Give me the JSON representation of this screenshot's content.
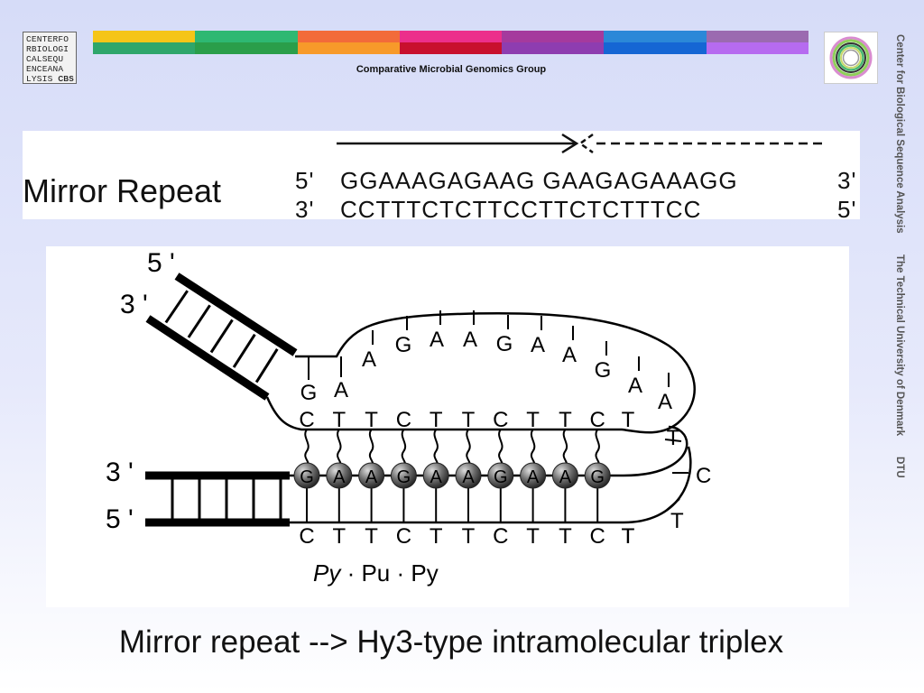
{
  "header": {
    "logo_lines": [
      "CENTERFO",
      "RBIOLOGI",
      "CALSEQU",
      "ENCEANA",
      "LYSIS"
    ],
    "logo_tag": "CBS",
    "group_name": "Comparative Microbial Genomics Group",
    "side_text": [
      "Center for Biological Sequence Analysis",
      "The Technical University of Denmark",
      "DTU"
    ],
    "stripe_colors": [
      [
        "#f5c518",
        "#2eb872",
        "#f26b3a",
        "#ec2f8b",
        "#a53a9d",
        "#2b88d8",
        "#9b6ab0"
      ],
      [
        "#2ea66b",
        "#2a9e4a",
        "#f79a2a",
        "#c8102e",
        "#8e3db0",
        "#1566d4",
        "#b66bf0"
      ]
    ]
  },
  "mirror_repeat": {
    "label": "Mirror Repeat",
    "top_strand": {
      "left_end": "5'",
      "sequence": "GGAAAGAGAAG GAAGAGAAAGG",
      "right_end": "3'"
    },
    "bottom_strand": {
      "left_end": "3'",
      "sequence": "CCTTTCTCTTCCTTCTCTTTCC",
      "right_end": "5'"
    }
  },
  "triplex": {
    "stem_labels": {
      "upper_5": "5 '",
      "upper_3": "3 '",
      "lower_3": "3 '",
      "lower_5": "5 '"
    },
    "loop_bases": [
      "G",
      "A",
      "A",
      "G",
      "A",
      "A",
      "G",
      "A",
      "A",
      "G",
      "A",
      "A"
    ],
    "third_strand_bases": [
      "C",
      "T",
      "T",
      "C",
      "T",
      "T",
      "C",
      "T",
      "T",
      "C",
      "T",
      "T"
    ],
    "purine_bases": [
      "G",
      "A",
      "A",
      "G",
      "A",
      "A",
      "G",
      "A",
      "A",
      "G"
    ],
    "bottom_bases": [
      "C",
      "T",
      "T",
      "C",
      "T",
      "T",
      "C",
      "T",
      "T",
      "C",
      "T",
      "T"
    ],
    "bend_bases": [
      "C",
      "T"
    ],
    "notation": {
      "py1": "Py",
      "dot1": " · ",
      "pu": "Pu",
      "dot2": " · ",
      "py2": "Py"
    }
  },
  "caption": "Mirror repeat --> Hy3-type intramolecular triplex"
}
